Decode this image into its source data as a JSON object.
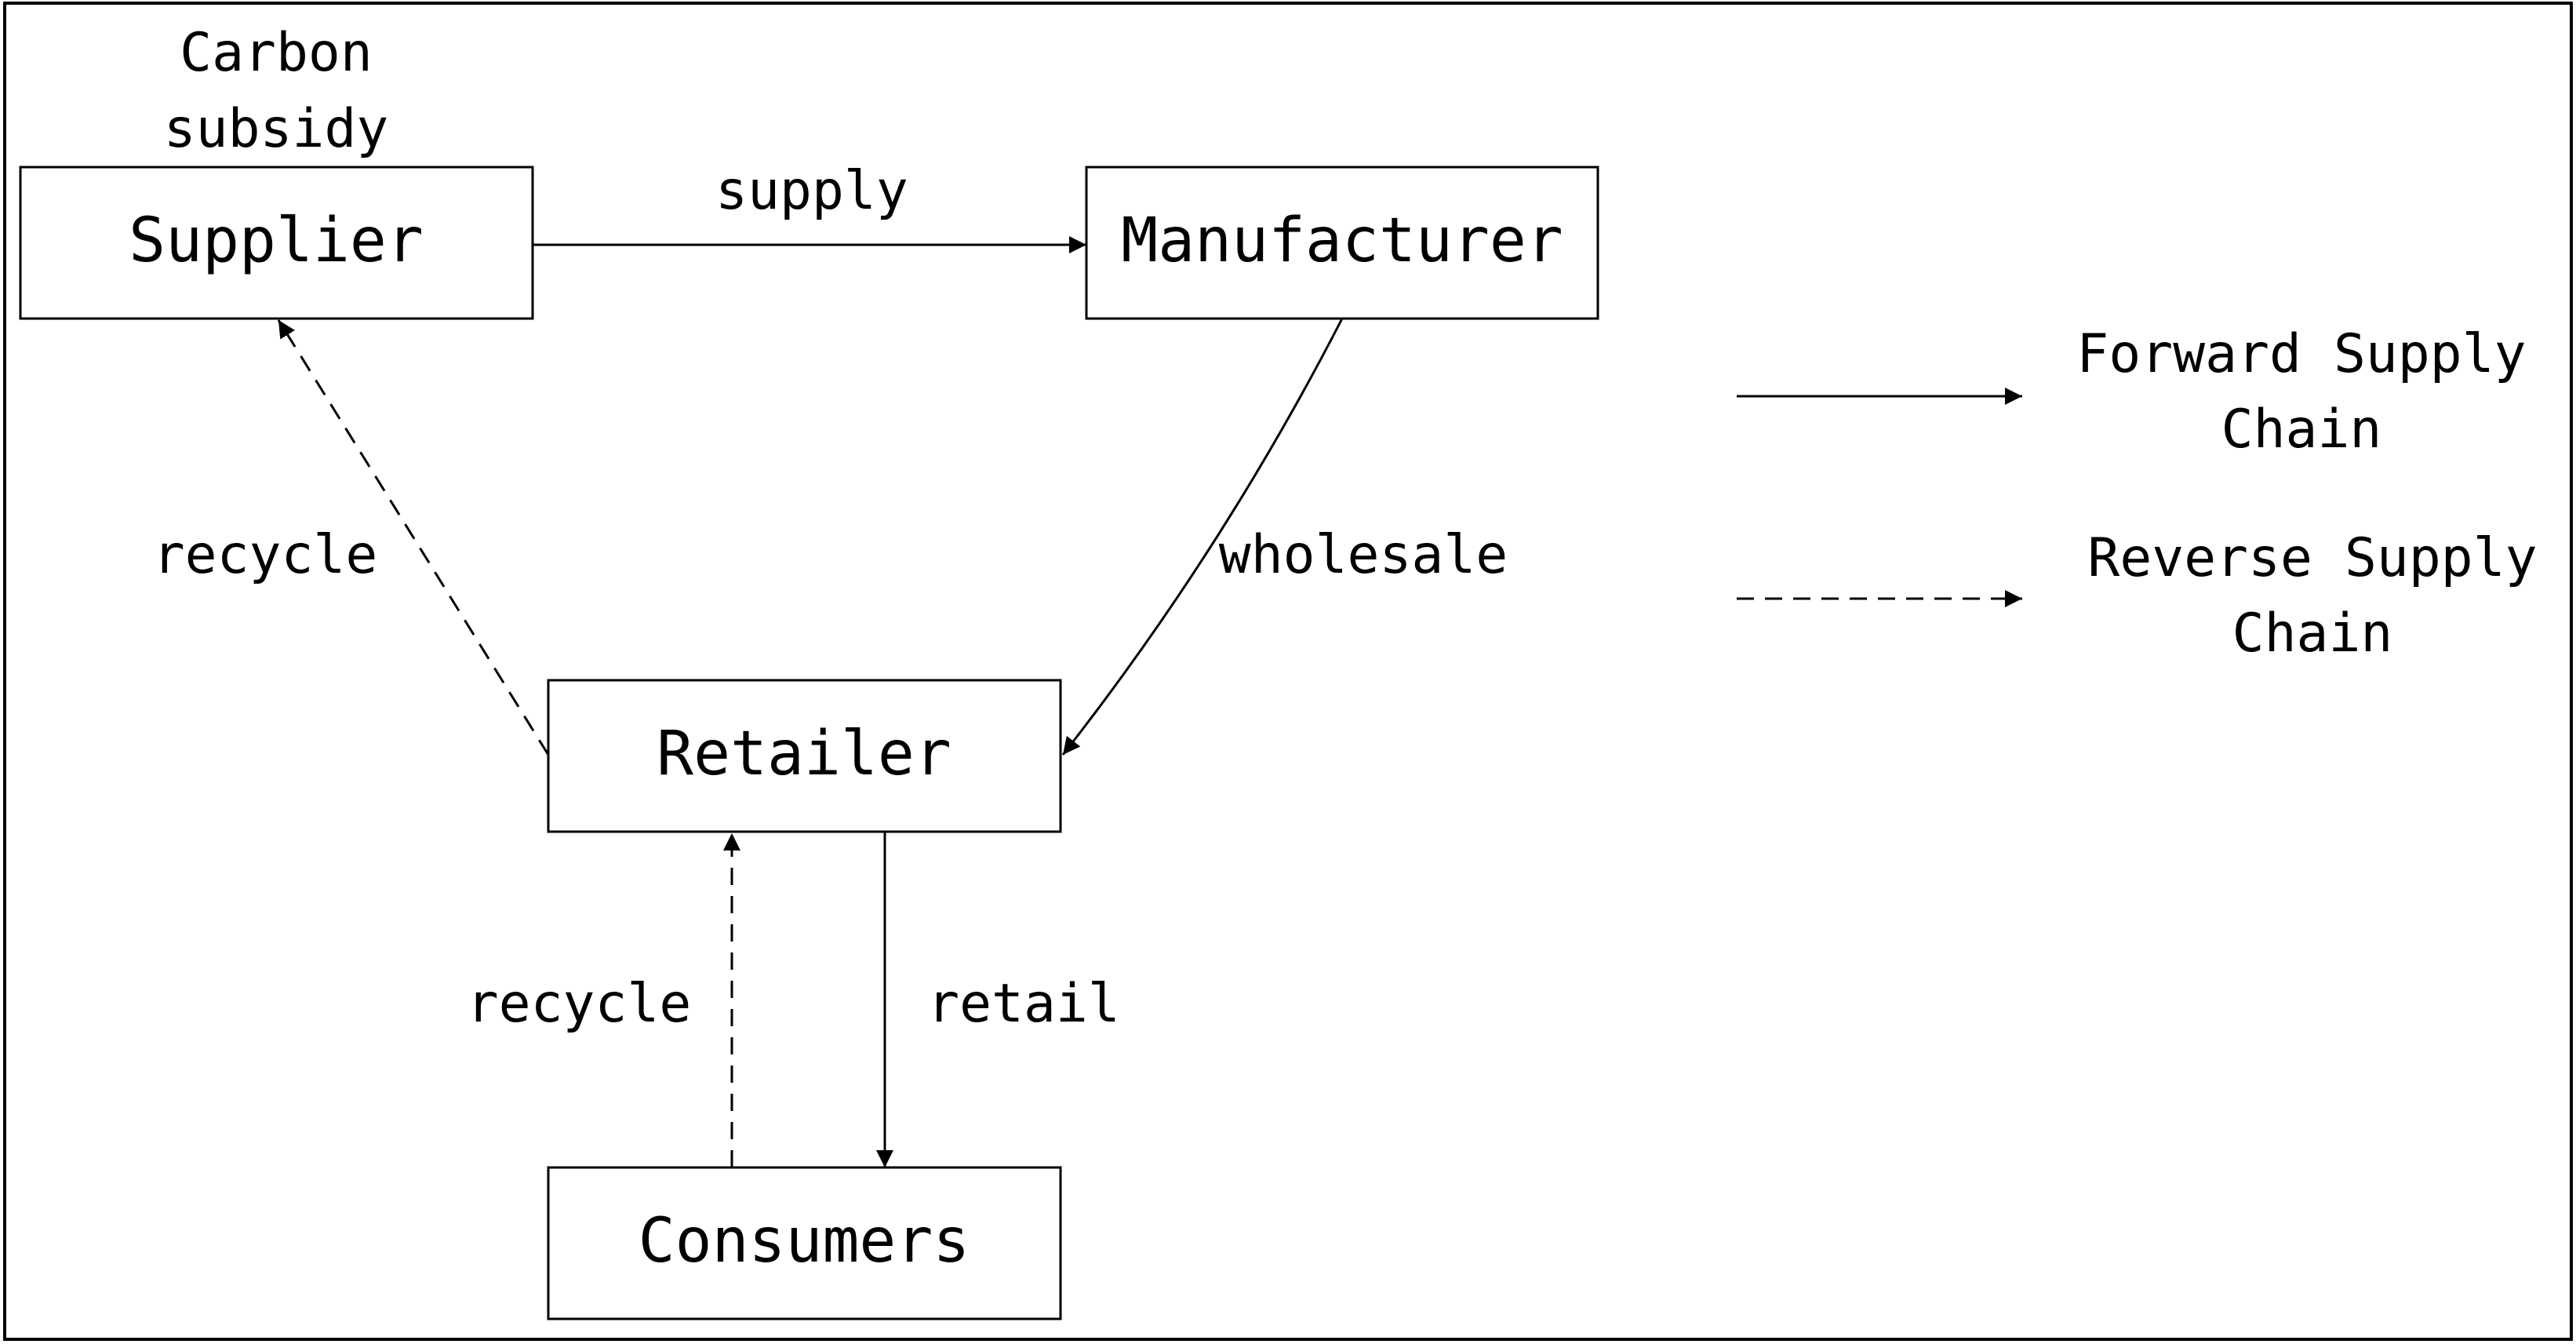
{
  "nodes": {
    "supplier": "Supplier",
    "manufacturer": "Manufacturer",
    "retailer": "Retailer",
    "consumers": "Consumers"
  },
  "annotations": {
    "carbon_subsidy_line1": "Carbon",
    "carbon_subsidy_line2": "subsidy"
  },
  "edges": {
    "supply": "supply",
    "wholesale": "wholesale",
    "retail": "retail",
    "recycle_retailer_to_supplier": "recycle",
    "recycle_consumers_to_retailer": "recycle"
  },
  "legend": {
    "forward_line1": "Forward Supply",
    "forward_line2": "Chain",
    "reverse_line1": "Reverse Supply",
    "reverse_line2": "Chain"
  }
}
